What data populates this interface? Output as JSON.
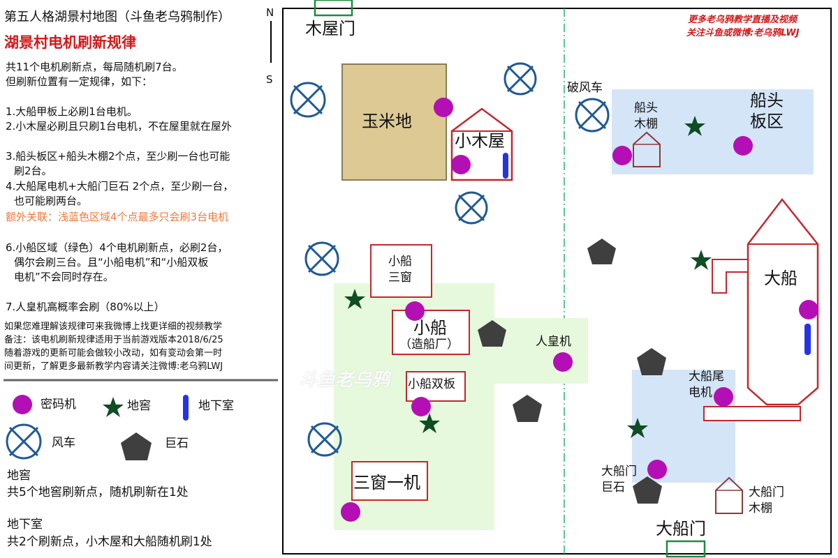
{
  "header": {
    "map_title": "第五人格湖景村地图（斗鱼老乌鸦制作）",
    "rule_title": "湖景村电机刷新规律",
    "compass_north": "N",
    "compass_south": "S"
  },
  "intro": [
    "共11个电机刷新点，每局随机刷7台。",
    "但刷新位置有一定规律，如下："
  ],
  "rules": [
    "1.大船甲板上必刷1台电机。",
    "2.小木屋必刷且只刷1台电机，不在屋里就在屋外",
    "3.船头板区+船头木棚2个点，至少刷一台也可能",
    "刷2台。",
    "4.大船尾电机+大船门巨石 2个点，至少刷一台，",
    "也可能刷两台。",
    "额外关联：浅蓝色区域4个点最多只会刷3台电机",
    "6.小船区域（绿色）4个电机刷新点，必刷2台，",
    "偶尔会刷三台。且“小船电机”和“小船双板",
    "电机”不会同时存在。",
    "7.人皇机高概率会刷（80%以上）"
  ],
  "notes": [
    "如果您难理解该规律可来我微博上找更详细的视频教学",
    "备注：该电机刷新规律适用于当前游戏版本2018/6/25",
    "随着游戏的更新可能会做较小改动，如有变动会第一时",
    "间更新，了解更多最新教学内容请关注微博:老乌鸦LWJ"
  ],
  "legend": {
    "cipher_machine": "密码机",
    "dungeon": "地窖",
    "basement": "地下室",
    "windmill": "风车",
    "boulder": "巨石"
  },
  "dungeon_info": {
    "title": "地窖",
    "text": "共5个地窖刷新点，随机刷新在1处"
  },
  "basement_info": {
    "title": "地下室",
    "text": "共2个刷新点，小木屋和大船随机刷1处"
  },
  "promo": [
    "更多老乌鸦教学直播及视频",
    "关注斗鱼或微博:老乌鸦LWJ"
  ],
  "watermark": "斗鱼老乌鸦",
  "places": {
    "cabin_gate": "木屋门",
    "cornfield": "玉米地",
    "small_cabin": "小木屋",
    "broken_windmill": "破风车",
    "bow_shed": [
      "船头",
      "木棚"
    ],
    "bow_board": [
      "船头",
      "板区"
    ],
    "small_boat_3win": [
      "小船",
      "三窗"
    ],
    "small_boat": "小船",
    "shipyard": "（造船厂）",
    "emperor_machine": "人皇机",
    "small_boat_double": "小船双板",
    "three_window": "三窗一机",
    "big_ship": "大船",
    "stern_machine": [
      "大船尾",
      "电机"
    ],
    "ship_door_boulder": [
      "大船门",
      "巨石"
    ],
    "ship_door_shed": [
      "大船门",
      "木棚"
    ],
    "ship_door": "大船门"
  },
  "colors": {
    "cipher": "#b40fb4",
    "dungeon": "#0f4d23",
    "basement": "#2433e6",
    "windmill": "#1f5a94",
    "boulder": "#3f3f3f",
    "red_line": "#c0282e",
    "green_zone": "#e6f9dc",
    "blue_zone": "#d4e5f8",
    "cornfield": "#dcc994",
    "gate": "#1e8a3d",
    "divider": "#22b864"
  }
}
